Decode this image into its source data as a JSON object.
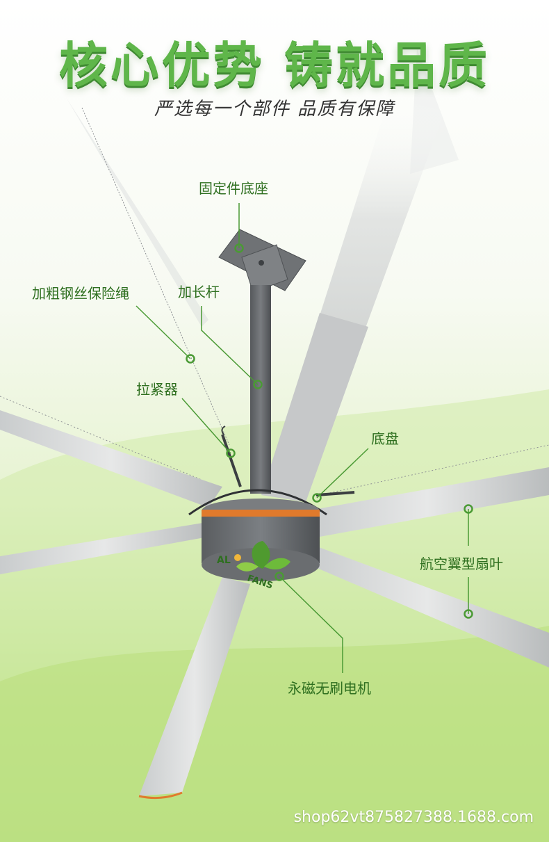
{
  "headline": "核心优势  铸就品质",
  "subheadline": "严选每一个部件 品质有保障",
  "labels": {
    "mount_base": "固定件底座",
    "safety_cable": "加粗钢丝保险绳",
    "extension_rod": "加长杆",
    "tensioner": "拉紧器",
    "chassis": "底盘",
    "blade": "航空翼型扇叶",
    "motor": "永磁无刷电机"
  },
  "brand_logo": {
    "left": "AL",
    "right": "FANS"
  },
  "watermark": "shop62vt875827388.1688.com",
  "colors": {
    "accent_green": "#5fb64a",
    "label_green": "#2e6f1f",
    "leader_line_green": "#4a9a34",
    "motor_band_orange": "#e07a2c"
  }
}
